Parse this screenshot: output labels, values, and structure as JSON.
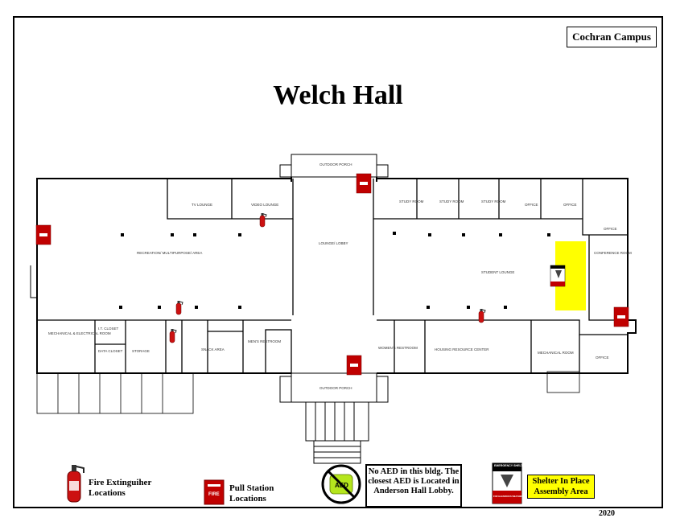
{
  "campus_label": "Cochran Campus",
  "building_title": "Welch Hall",
  "year": "2020",
  "rooms": {
    "outdoor_porch_north": "OUTDOOR PORCH",
    "outdoor_porch_south": "OUTDOOR PORCH",
    "tv_lounge": "TV LOUNGE",
    "video_lounge": "VIDEO LOUNGE",
    "recreation": "RECREATION/ MULTIPURPOSE/ AREA",
    "lounge_lobby": "LOUNGE/ LOBBY",
    "study_room_1": "STUDY ROOM",
    "study_room_2": "STUDY ROOM",
    "study_room_3": "STUDY ROOM",
    "office_1": "OFFICE",
    "office_2": "OFFICE",
    "office_3": "OFFICE",
    "office_4": "OFFICE",
    "student_lounge": "STUDENT LOUNGE",
    "conference_room": "CONFERENCE ROOM",
    "mechanical_electrical": "MECHANICAL & ELECTRICAL ROOM",
    "it_closet": "I.T. CLOSET",
    "data_closet": "DATA CLOSET",
    "storage": "STORAGE",
    "snack_area": "SNACK AREA",
    "mens_restroom": "MEN'S RESTROOM",
    "womens_restroom": "WOMEN'S RESTROOM",
    "mechanical_room": "MECHANICAL ROOM",
    "housing_resource_center": "HOUSING RESOURCE CENTER"
  },
  "legend": {
    "fire_extinguisher": "Fire Extinguiher Locations",
    "pull_station": "Pull Station Locations",
    "pull_station_badge": "FIRE",
    "aed_badge": "AED",
    "aed_note": "No AED in this bldg. The closest AED is Located in Anderson Hall Lobby.",
    "shelter_sign_top": "EMERGENCY SHELTER",
    "shelter_sign_bottom": "FOR HAZARDOUS WEATHER CONDITIONS",
    "shelter_assembly": "Shelter In Place Assembly Area"
  },
  "colors": {
    "pull_station": "#c00000",
    "fire_extinguisher": "#cc1111",
    "shelter_area": "#ffff00",
    "aed_green": "#b5e61d"
  }
}
